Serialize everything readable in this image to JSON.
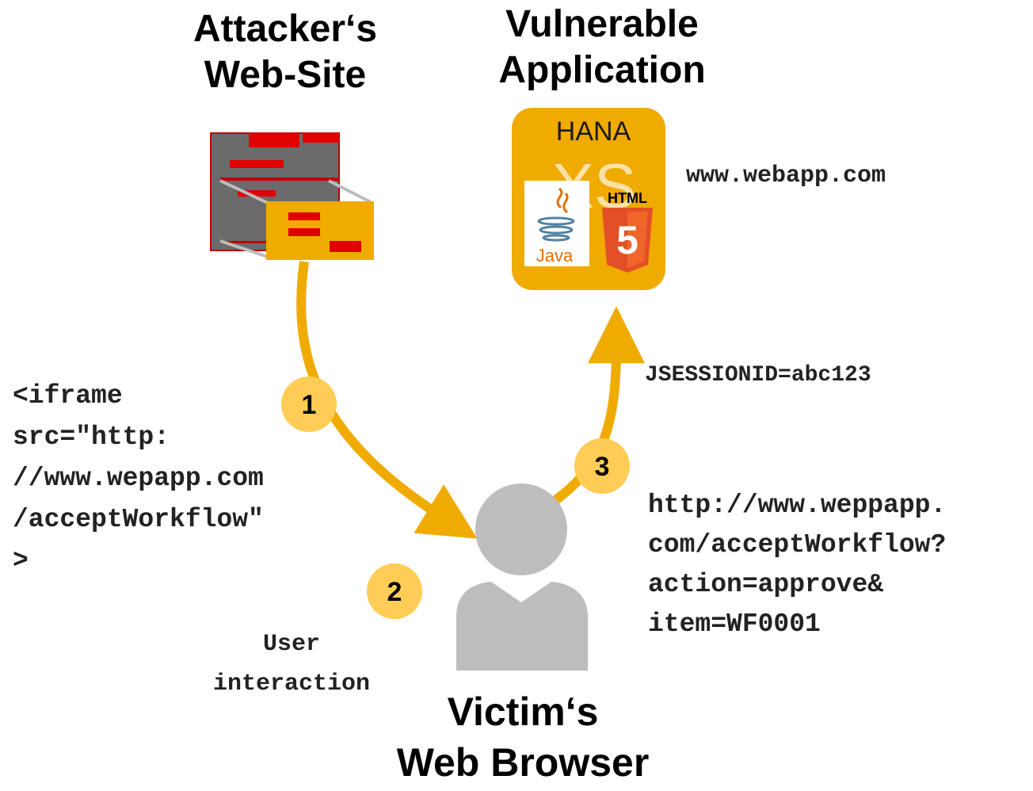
{
  "attacker": {
    "title_line1": "Attacker‘s",
    "title_line2": "Web-Site"
  },
  "app": {
    "title_line1": "Vulnerable",
    "title_line2": "Application",
    "logo_hana": "HANA",
    "logo_xs": "XS",
    "logo_html": "HTML",
    "logo_html5_number": "5",
    "logo_java": "Java",
    "url": "www.webapp.com"
  },
  "victim": {
    "title_line1": "Victim‘s",
    "title_line2": "Web Browser"
  },
  "iframe_code": {
    "lines": [
      "<iframe",
      "src=\"http:",
      "//www.wepapp.com",
      "/acceptWorkflow\"",
      ">"
    ]
  },
  "session": {
    "cookie": "JSESSIONID=abc123"
  },
  "request": {
    "lines": [
      "http://www.weppapp.",
      "com/acceptWorkflow?",
      "action=approve&",
      "item=WF0001"
    ]
  },
  "steps": [
    {
      "number": "1"
    },
    {
      "number": "2",
      "caption_line1": "User",
      "caption_line2": "interaction"
    },
    {
      "number": "3"
    }
  ],
  "colors": {
    "accent": "#F0AB00",
    "badge": "#FFCC55",
    "red": "#E00000",
    "darkgray": "#6B6B6B",
    "person": "#BDBDBD"
  }
}
